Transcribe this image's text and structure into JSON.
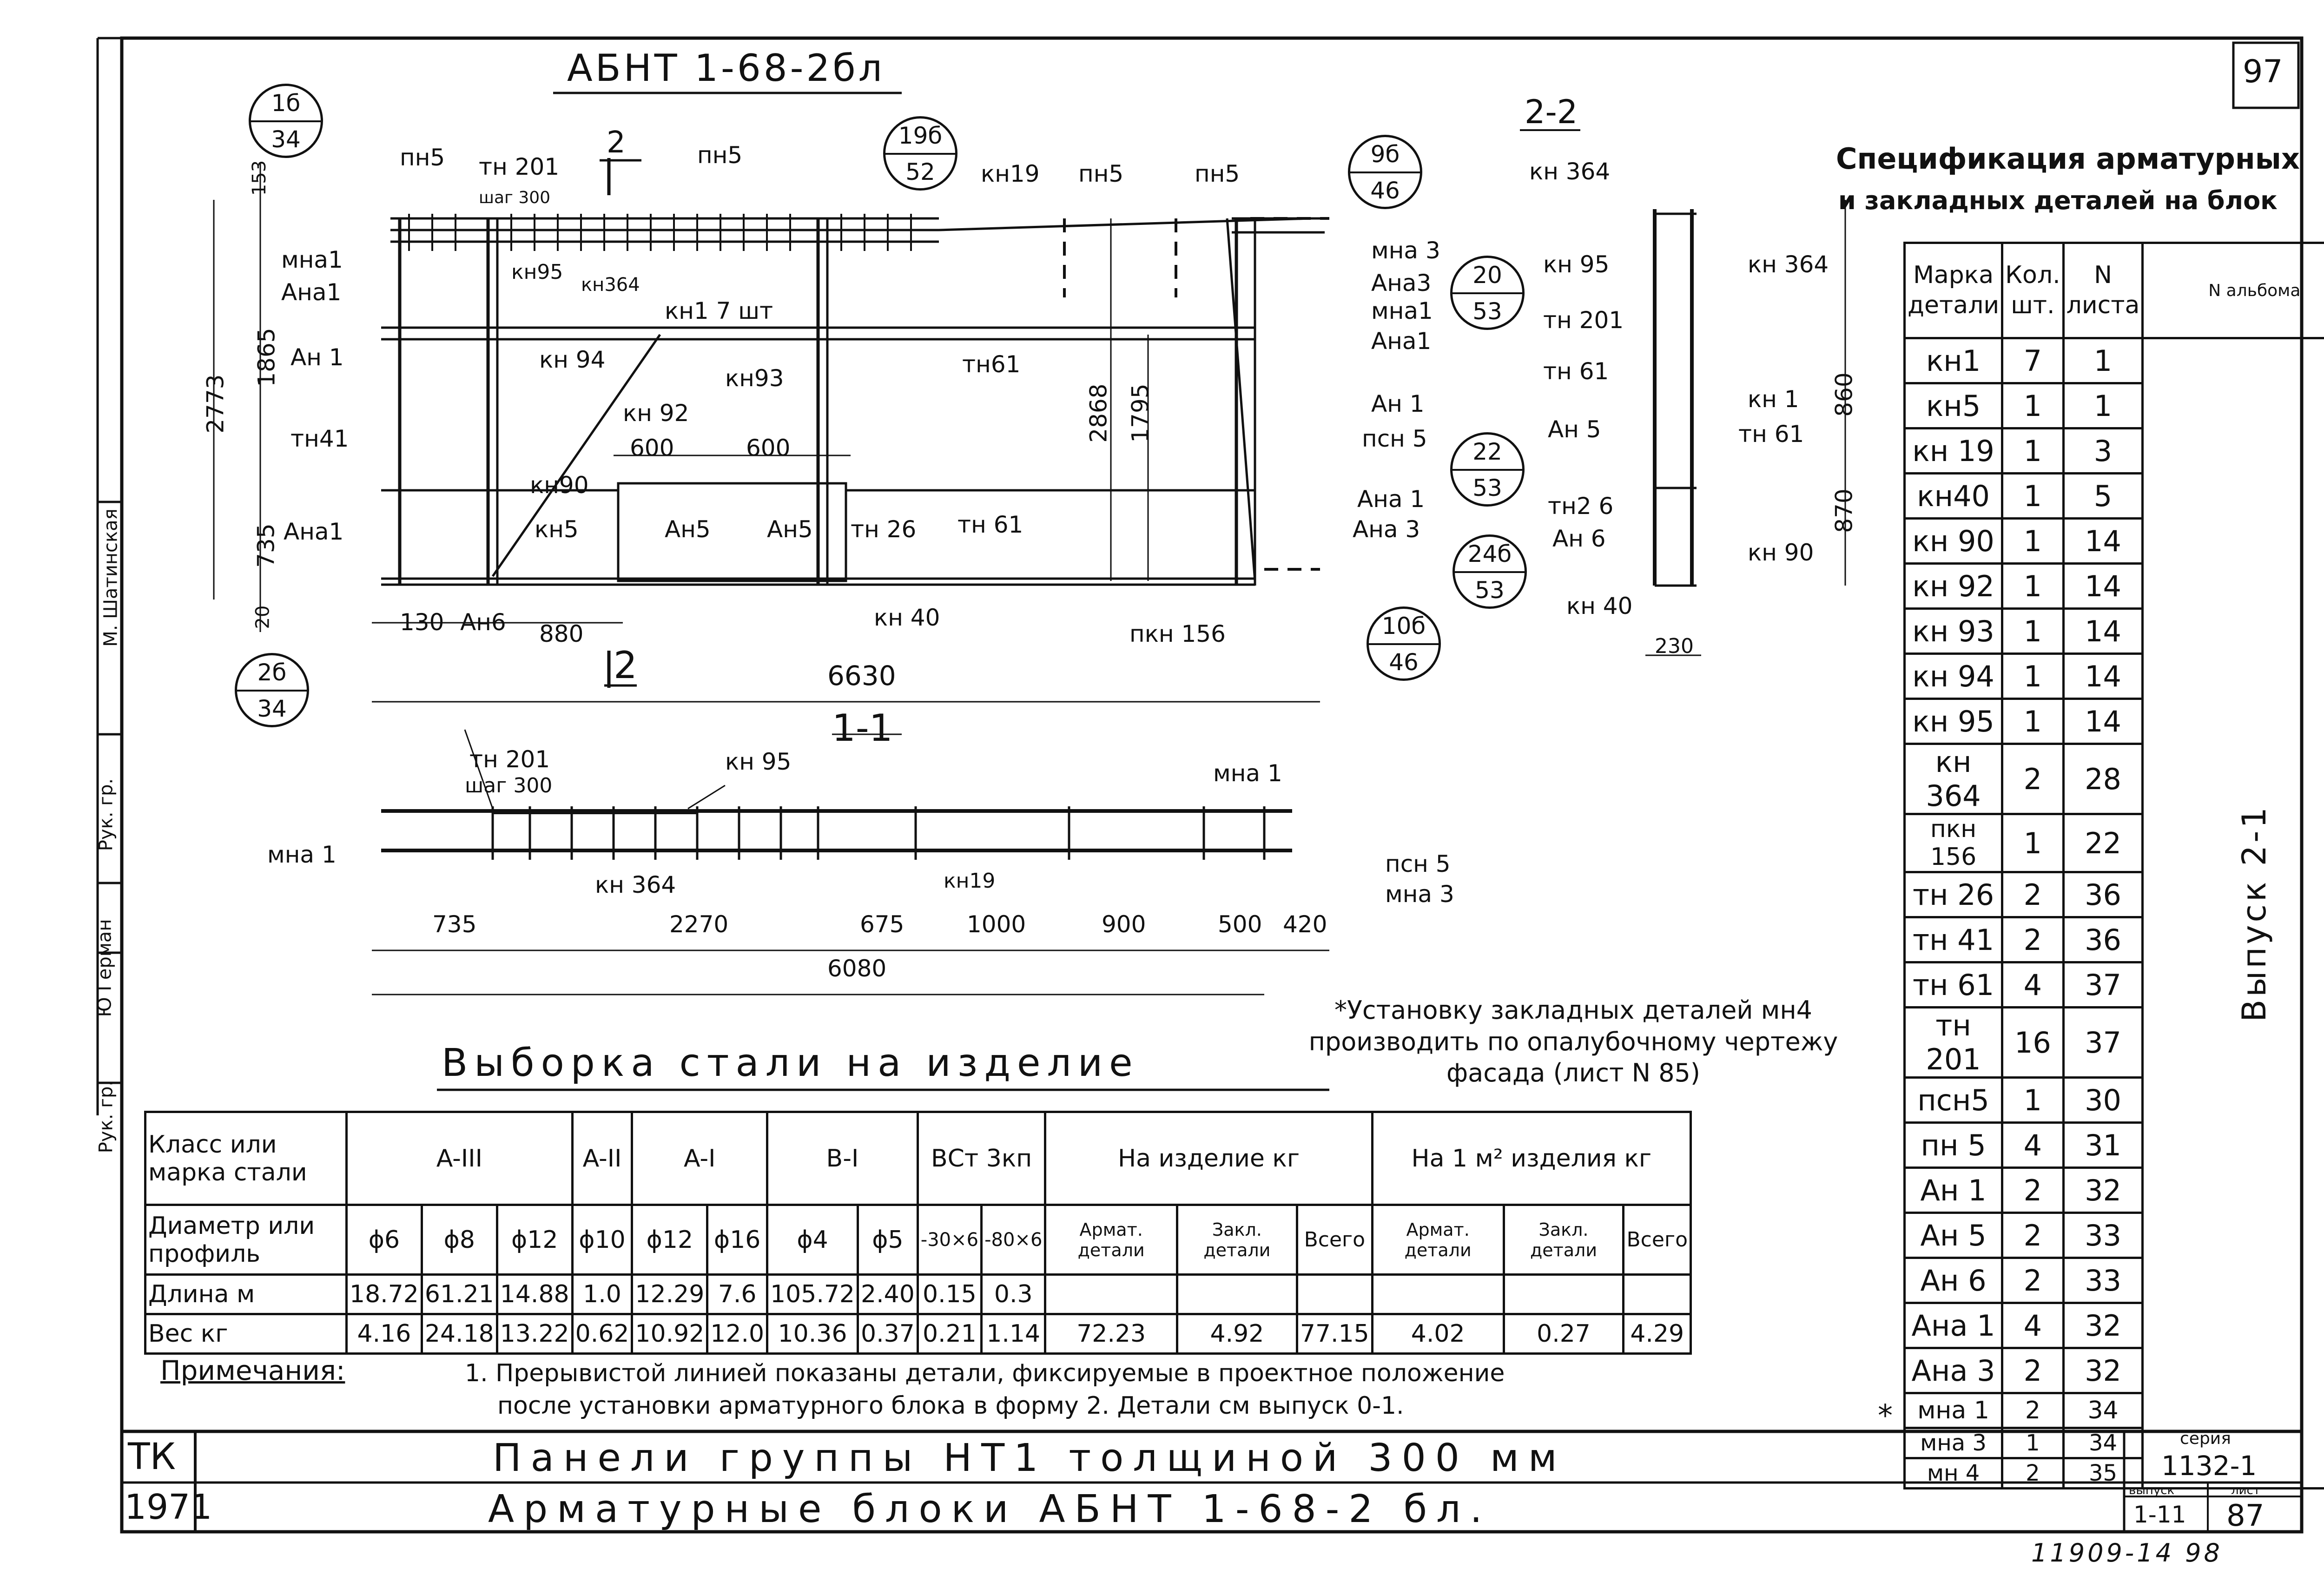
{
  "sheet": {
    "page_number": "97",
    "drawing_title": "АБНТ 1-68-2бл",
    "section_1_1": "1-1",
    "section_2_2": "2-2",
    "stamp": "11909-14 98"
  },
  "labels": {
    "pn5_a": "пн5",
    "tn201_a": "тн 201",
    "shag300_a": "шаг 300",
    "pn5_b": "пн5",
    "kn19_a": "кн19",
    "pn5_c": "пн5",
    "pn5_d": "пн5",
    "mna1_a": "мна1",
    "ana1_a": "Ана1",
    "kn95_a": "кн95",
    "kn364_a": "кн364",
    "kn1_7": "кн1 7 шт",
    "an1_a": "Ан 1",
    "kn94": "кн 94",
    "kn93": "кн93",
    "tn61_a": "тн61",
    "tn41": "тн41",
    "kn92": "кн 92",
    "kn90_a": "кн90",
    "kn5": "кн5",
    "an5_a": "Ан5",
    "an5_b": "Ан5",
    "tn26_a": "тн 26",
    "tn61_b": "тн 61",
    "ana1_b": "Ана1",
    "an6_a": "Ан6",
    "kn40_a": "кн 40",
    "pkn156": "пкн 156",
    "mna3_a": "мна 3",
    "ana3_a": "Ана3",
    "mna1_b": "мна1",
    "ana1_c": "Ана1",
    "an1_b": "Ан 1",
    "psn5_a": "псн 5",
    "ana1_d": "Ана 1",
    "ana3_b": "Ана 3",
    "kn364_b": "кн 364",
    "kn95_b": "кн 95",
    "kn364_c": "кн 364",
    "tn201_b": "тн 201",
    "tn61_c": "тн 61",
    "kn1_b": "кн 1",
    "an5_c": "Ан 5",
    "tn61_d": "тн 61",
    "tn26_b": "тн2 6",
    "an6_b": "Ан 6",
    "kn90_b": "кн 90",
    "kn40_b": "кн 40",
    "tn201_c": "тн 201",
    "shag300_b": "шаг 300",
    "kn95_c": "кн 95",
    "mna1_c": "мна 1",
    "mna1_d": "мна 1",
    "kn364_d": "кн 364",
    "kn19_b": "кн19",
    "psn5_b": "псн 5",
    "mna3_b": "мна 3",
    "cut_2": "2"
  },
  "dims": {
    "d153": "153",
    "d1865": "1865",
    "d2773": "2773",
    "d735": "735",
    "d20": "20",
    "d130": "130",
    "d880": "880",
    "d6630": "6630",
    "d600a": "600",
    "d600b": "600",
    "d2868": "2868",
    "d1795": "1795",
    "d860": "860",
    "d870": "870",
    "d230": "230",
    "s735": "735",
    "s2270": "2270",
    "s675": "675",
    "s1000": "1000",
    "s900": "900",
    "s500": "500",
    "s420": "420",
    "s6080": "6080"
  },
  "callouts": [
    {
      "top": "1б",
      "bottom": "34"
    },
    {
      "top": "19б",
      "bottom": "52"
    },
    {
      "top": "9б",
      "bottom": "46"
    },
    {
      "top": "20",
      "bottom": "53"
    },
    {
      "top": "22",
      "bottom": "53"
    },
    {
      "top": "24б",
      "bottom": "53"
    },
    {
      "top": "10б",
      "bottom": "46"
    },
    {
      "top": "2б",
      "bottom": "34"
    }
  ],
  "note_star": "*Установку закладных деталей мн4 производить по опалубочному чертежу фасада (лист N 85)",
  "spec": {
    "title_line1": "Спецификация арматурных",
    "title_line2": "и закладных деталей на блок",
    "headers": [
      "Марка детали",
      "Кол. шт.",
      "N листа",
      "N альбома"
    ],
    "album": "Выпуск 2-1",
    "rows": [
      [
        "кн1",
        "7",
        "1"
      ],
      [
        "кн5",
        "1",
        "1"
      ],
      [
        "кн 19",
        "1",
        "3"
      ],
      [
        "кн40",
        "1",
        "5"
      ],
      [
        "кн 90",
        "1",
        "14"
      ],
      [
        "кн 92",
        "1",
        "14"
      ],
      [
        "кн 93",
        "1",
        "14"
      ],
      [
        "кн 94",
        "1",
        "14"
      ],
      [
        "кн 95",
        "1",
        "14"
      ],
      [
        "кн 364",
        "2",
        "28"
      ],
      [
        "пкн 156",
        "1",
        "22"
      ],
      [
        "тн 26",
        "2",
        "36"
      ],
      [
        "тн 41",
        "2",
        "36"
      ],
      [
        "тн 61",
        "4",
        "37"
      ],
      [
        "тн 201",
        "16",
        "37"
      ],
      [
        "псн5",
        "1",
        "30"
      ],
      [
        "пн 5",
        "4",
        "31"
      ],
      [
        "Ан 1",
        "2",
        "32"
      ],
      [
        "Ан 5",
        "2",
        "33"
      ],
      [
        "Ан 6",
        "2",
        "33"
      ],
      [
        "Ана 1",
        "4",
        "32"
      ],
      [
        "Ана 3",
        "2",
        "32"
      ],
      [
        "мна 1",
        "2",
        "34"
      ],
      [
        "мна 3",
        "1",
        "34"
      ],
      [
        "мн 4",
        "2",
        "35"
      ]
    ],
    "star": "*"
  },
  "steel": {
    "title": "Выборка стали на изделие",
    "class_label": "Класс или марка стали",
    "diam_label": "Диаметр или профиль",
    "len_label": "Длина м",
    "wt_label": "Вес кг",
    "classes": [
      "A-III",
      "A-II",
      "A-I",
      "B-I",
      "ВСт 3кп"
    ],
    "per_item": "На изделие кг",
    "per_m2": "На 1 м² изделия кг",
    "sub": [
      "Армат. детали",
      "Закл. детали",
      "Всего",
      "Армат. детали",
      "Закл. детали",
      "Всего"
    ],
    "diameters": [
      "ϕ6",
      "ϕ8",
      "ϕ12",
      "ϕ10",
      "ϕ12",
      "ϕ16",
      "ϕ4",
      "ϕ5",
      "-30×6",
      "-80×6"
    ],
    "lengths": [
      "18.72",
      "61.21",
      "14.88",
      "1.0",
      "12.29",
      "7.6",
      "105.72",
      "2.40",
      "0.15",
      "0.3"
    ],
    "weights": [
      "4.16",
      "24.18",
      "13.22",
      "0.62",
      "10.92",
      "12.0",
      "10.36",
      "0.37",
      "0.21",
      "1.14",
      "72.23",
      "4.92",
      "77.15",
      "4.02",
      "0.27",
      "4.29"
    ]
  },
  "notes": {
    "label": "Примечания:",
    "line1": "1. Прерывистой линией показаны детали, фиксируемые в проектное положение",
    "line2": "после установки арматурного блока в форму 2. Детали см выпуск 0-1."
  },
  "side_stamp": {
    "ruk_gr_1": "Рук. гр.",
    "german": "Ю Герман",
    "ruk_gr_2": "Рук. гр.",
    "shatinskaya": "М. Шатинская"
  },
  "title_block": {
    "code1": "ТК",
    "code2": "1971",
    "line1": "Панели группы НТ1 толщиной 300 мм",
    "line2": "Арматурные блоки АБНТ 1-68-2 бл.",
    "series_label": "серия",
    "series_value": "1132-1",
    "issue_label": "выпуск",
    "issue_value": "1-11",
    "sheet_label": "лист",
    "sheet_value": "87"
  }
}
